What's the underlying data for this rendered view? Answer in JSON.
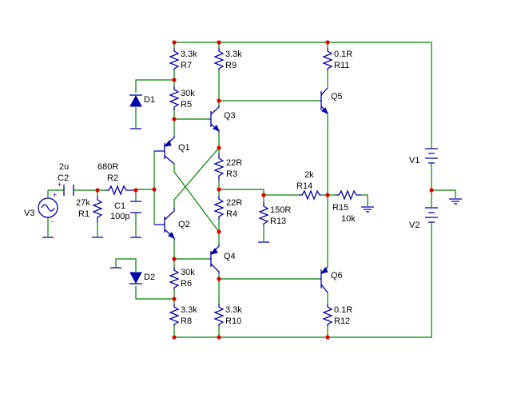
{
  "components": {
    "V3": {
      "ref": "V3"
    },
    "C2": {
      "ref": "C2",
      "value": "2u"
    },
    "R1": {
      "ref": "R1",
      "value": "27k"
    },
    "R2": {
      "ref": "R2",
      "value": "680R"
    },
    "C1": {
      "ref": "C1",
      "value": "100p"
    },
    "D1": {
      "ref": "D1"
    },
    "D2": {
      "ref": "D2"
    },
    "R7": {
      "ref": "R7",
      "value": "3.3k"
    },
    "R5": {
      "ref": "R5",
      "value": "30k"
    },
    "R6": {
      "ref": "R6",
      "value": "30k"
    },
    "R8": {
      "ref": "R8",
      "value": "3.3k"
    },
    "Q1": {
      "ref": "Q1"
    },
    "Q2": {
      "ref": "Q2"
    },
    "Q3": {
      "ref": "Q3"
    },
    "Q4": {
      "ref": "Q4"
    },
    "R9": {
      "ref": "R9",
      "value": "3.3k"
    },
    "R3": {
      "ref": "R3",
      "value": "22R"
    },
    "R4": {
      "ref": "R4",
      "value": "22R"
    },
    "R10": {
      "ref": "R10",
      "value": "3.3k"
    },
    "R13": {
      "ref": "R13",
      "value": "150R"
    },
    "R14": {
      "ref": "R14",
      "value": "2k"
    },
    "R15": {
      "ref": "R15",
      "value": "10k"
    },
    "R11": {
      "ref": "R11",
      "value": "0.1R"
    },
    "R12": {
      "ref": "R12",
      "value": "0.1R"
    },
    "Q5": {
      "ref": "Q5"
    },
    "Q6": {
      "ref": "Q6"
    },
    "V1": {
      "ref": "V1"
    },
    "V2": {
      "ref": "V2"
    }
  },
  "symbols": {
    "plus": "+",
    "minus": "-"
  },
  "colors": {
    "wire": "#008000",
    "component": "#0000aa",
    "junction": "#dd0000",
    "text": "#000000",
    "background": "#ffffff"
  }
}
